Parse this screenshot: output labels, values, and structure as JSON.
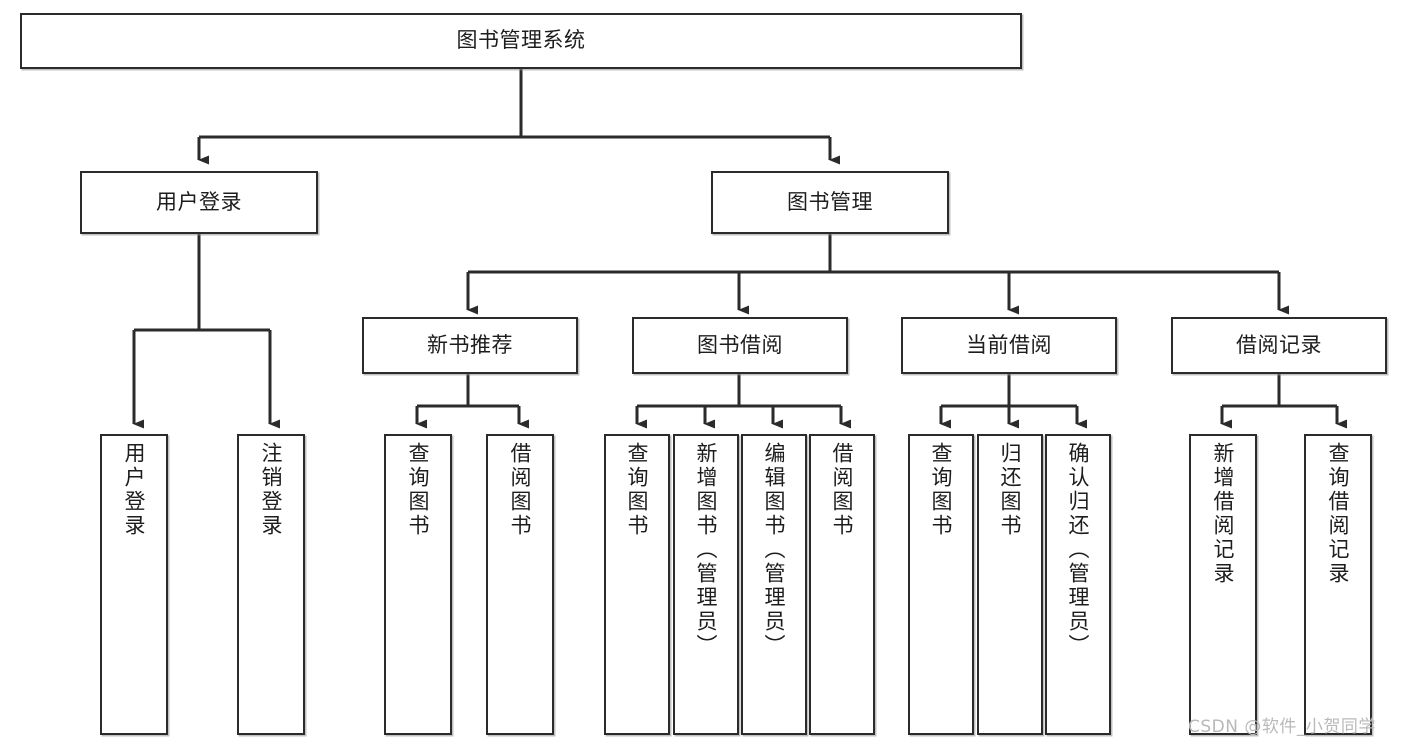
{
  "diagram": {
    "type": "tree-hierarchy",
    "title": "图书管理系统",
    "orientation": "top-down",
    "colors": {
      "background": "#ffffff",
      "box_border": "#2b2b2b",
      "box_fill": "#ffffff",
      "connector": "#2b2b2b",
      "text": "#1d1d1d",
      "watermark": "#b9b9b9"
    },
    "root": {
      "label": "图书管理系统",
      "name": "node-root-book-management-system"
    },
    "level1": [
      {
        "label": "用户登录",
        "name": "node-user-login"
      },
      {
        "label": "图书管理",
        "name": "node-book-management"
      }
    ],
    "level2": [
      {
        "label": "新书推荐",
        "name": "node-new-book-recommend"
      },
      {
        "label": "图书借阅",
        "name": "node-book-borrow"
      },
      {
        "label": "当前借阅",
        "name": "node-current-borrow"
      },
      {
        "label": "借阅记录",
        "name": "node-borrow-record"
      }
    ],
    "leaves": {
      "user_login": [
        {
          "label": "用户登录",
          "name": "leaf-user-login"
        },
        {
          "label": "注销登录",
          "name": "leaf-logout"
        }
      ],
      "new_book_recommend": [
        {
          "label": "查询图书",
          "name": "leaf-query-book-1"
        },
        {
          "label": "借阅图书",
          "name": "leaf-borrow-book-1"
        }
      ],
      "book_borrow": [
        {
          "label": "查询图书",
          "name": "leaf-query-book-2"
        },
        {
          "label": "新增图书（管理员）",
          "name": "leaf-add-book-admin"
        },
        {
          "label": "编辑图书（管理员）",
          "name": "leaf-edit-book-admin"
        },
        {
          "label": "借阅图书",
          "name": "leaf-borrow-book-2"
        }
      ],
      "current_borrow": [
        {
          "label": "查询图书",
          "name": "leaf-query-book-3"
        },
        {
          "label": "归还图书",
          "name": "leaf-return-book"
        },
        {
          "label": "确认归还（管理员）",
          "name": "leaf-confirm-return-admin"
        }
      ],
      "borrow_record": [
        {
          "label": "新增借阅记录",
          "name": "leaf-add-borrow-record"
        },
        {
          "label": "查询借阅记录",
          "name": "leaf-query-borrow-record"
        }
      ]
    },
    "watermark": "CSDN @软件_小贺同学"
  }
}
